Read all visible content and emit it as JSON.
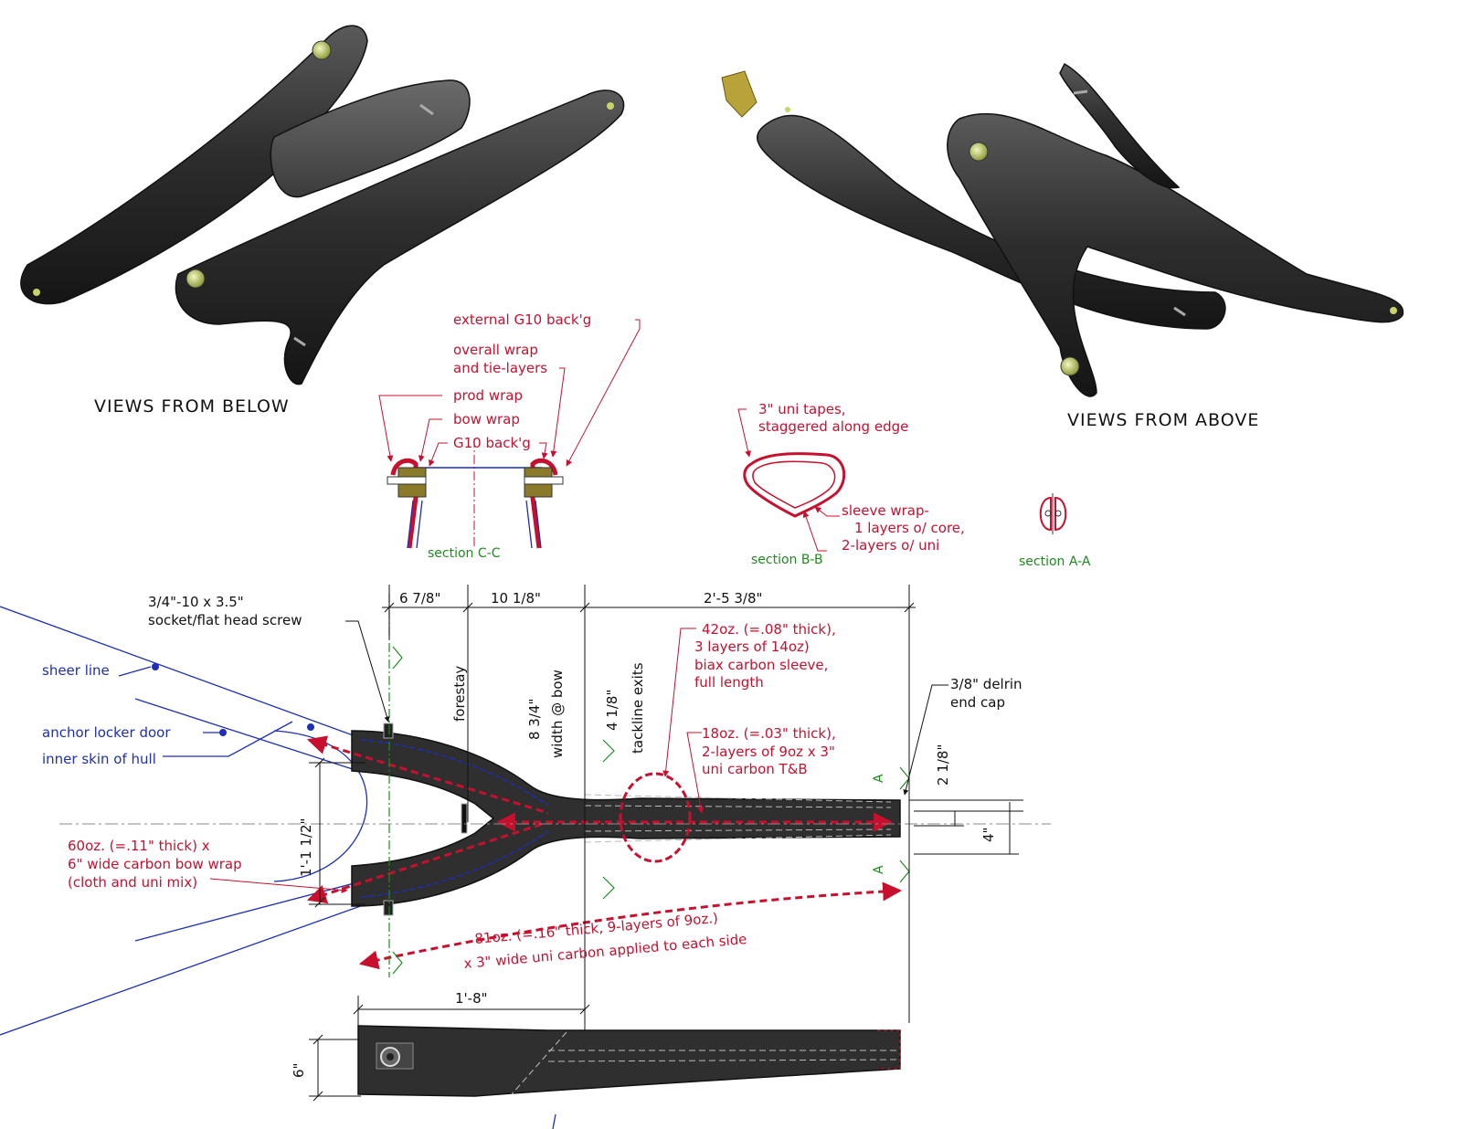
{
  "views": {
    "below": "VIEWS FROM BELOW",
    "above": "VIEWS FROM ABOVE"
  },
  "sections": {
    "c": {
      "title": "section C-C",
      "external_g10": "external G10 back'g",
      "overall_wrap_1": "overall wrap",
      "overall_wrap_2": "and tie-layers",
      "prod_wrap": "prod wrap",
      "bow_wrap": "bow wrap",
      "g10": "G10 back'g"
    },
    "b": {
      "title": "section B-B",
      "uni_tapes_1": "3\" uni tapes,",
      "uni_tapes_2": "staggered along edge",
      "sleeve_1": "sleeve wrap-",
      "sleeve_2": "1 layers o/ core,",
      "sleeve_3": "2-layers o/ uni"
    },
    "a": {
      "title": "section A-A",
      "marker": "A"
    }
  },
  "plan": {
    "dims": {
      "d1": "6 7/8\"",
      "d2": "10 1/8\"",
      "d3": "2'-5 3/8\"",
      "length_total": "1'-1 1/2\"",
      "width_bow": "8 3/4\"",
      "width_bow_label": "width @ bow",
      "tackline_dim": "4 1/8\"",
      "tackline_label": "tackline exits",
      "forestay": "forestay",
      "end_dim": "2 1/8\"",
      "end_height": "4\"",
      "side_length": "1'-8\"",
      "side_height": "6\""
    },
    "notes": {
      "screw_1": "3/4\"-10 x 3.5\"",
      "screw_2": "socket/flat head screw",
      "sleeve_1": "42oz. (=.08\" thick),",
      "sleeve_2": "3 layers of 14oz)",
      "sleeve_3": "biax carbon sleeve,",
      "sleeve_4": "full length",
      "uni_1": "18oz. (=.03\" thick),",
      "uni_2": "2-layers of 9oz x 3\"",
      "uni_3": "uni carbon T&B",
      "endcap_1": "3/8\" delrin",
      "endcap_2": "end cap",
      "bow_1": "60oz. (=.11\" thick) x",
      "bow_2": "6\" wide carbon bow wrap",
      "bow_3": "(cloth and uni mix)",
      "side_1": "81oz. (=.16\" thick, 9-layers of 9oz.)",
      "side_2": "x 3\" wide uni carbon applied to each side"
    },
    "hull": {
      "sheer": "sheer line",
      "anchor": "anchor locker door",
      "inner": "inner skin of hull"
    }
  },
  "colors": {
    "annotation_red": "#c8102e",
    "hull_blue": "#1d2fb5",
    "section_green": "#1f8a1f",
    "part_black": "#2f2f2f"
  }
}
